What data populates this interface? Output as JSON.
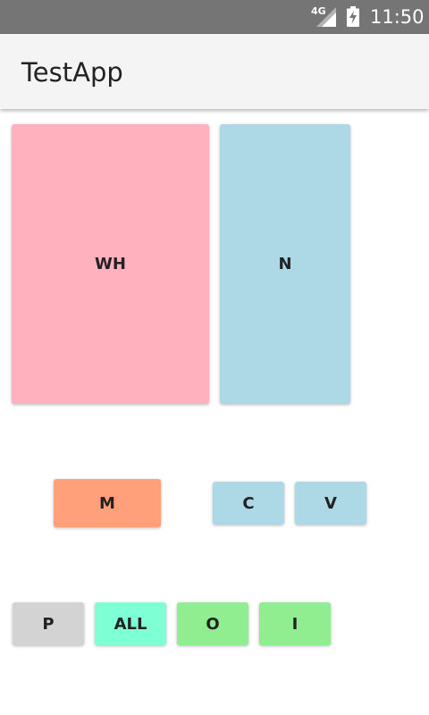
{
  "status_bar": {
    "network": "4G",
    "time": "11:50",
    "icons": [
      "signal-icon",
      "battery-charging-icon"
    ]
  },
  "app_bar": {
    "title": "TestApp"
  },
  "buttons": {
    "wh": {
      "label": "WH",
      "color": "#ffb1bd"
    },
    "n": {
      "label": "N",
      "color": "#add8e6"
    },
    "m": {
      "label": "M",
      "color": "#ffa07a"
    },
    "c": {
      "label": "C",
      "color": "#add8e6"
    },
    "v": {
      "label": "V",
      "color": "#add8e6"
    },
    "p": {
      "label": "P",
      "color": "#d3d3d3"
    },
    "all": {
      "label": "ALL",
      "color": "#7fffd4"
    },
    "o": {
      "label": "O",
      "color": "#90ee90"
    },
    "i": {
      "label": "I",
      "color": "#90ee90"
    }
  },
  "colors": {
    "status_bar": "#757575",
    "app_bar": "#f4f4f4",
    "background": "#ffffff"
  }
}
